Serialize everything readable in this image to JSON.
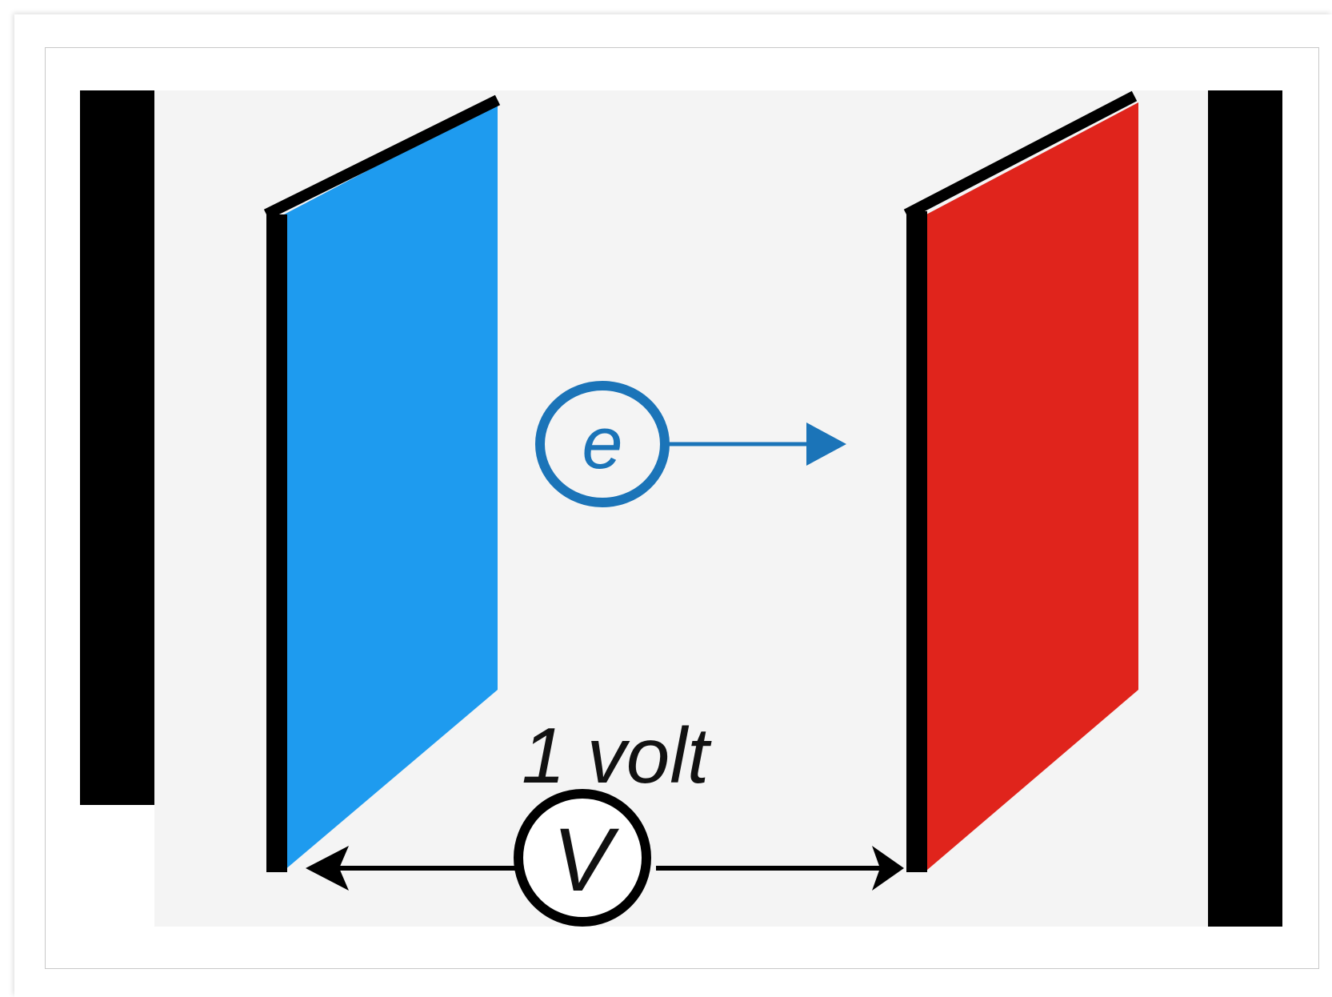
{
  "diagram": {
    "electron_label": "e",
    "voltage_label": "1 volt",
    "voltmeter_label": "V"
  },
  "colors": {
    "background": "#f4f4f4",
    "left_plate": "#1e9bef",
    "right_plate": "#e0241c",
    "electron": "#1b74b8",
    "dark": "#000000"
  }
}
